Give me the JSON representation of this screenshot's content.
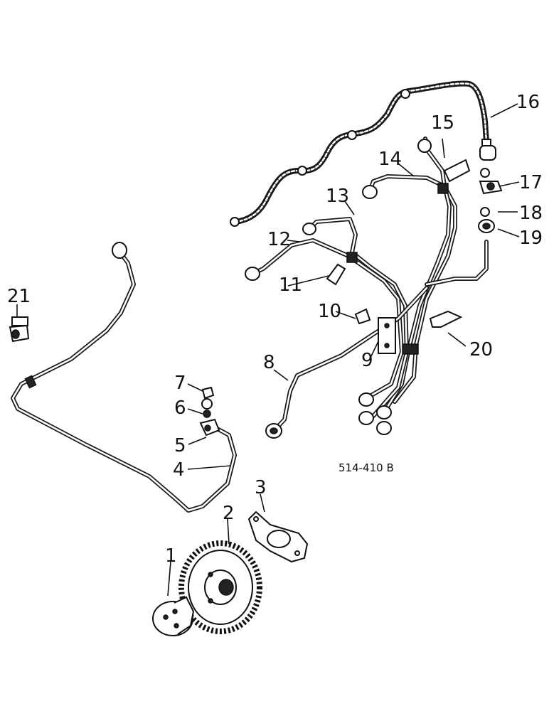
{
  "diagram": {
    "drawing_number": "514-410 B",
    "callouts": [
      {
        "id": "callout-1",
        "label": "1"
      },
      {
        "id": "callout-2",
        "label": "2"
      },
      {
        "id": "callout-3",
        "label": "3"
      },
      {
        "id": "callout-4",
        "label": "4"
      },
      {
        "id": "callout-5",
        "label": "5"
      },
      {
        "id": "callout-6",
        "label": "6"
      },
      {
        "id": "callout-7",
        "label": "7"
      },
      {
        "id": "callout-8",
        "label": "8"
      },
      {
        "id": "callout-9",
        "label": "9"
      },
      {
        "id": "callout-10",
        "label": "10"
      },
      {
        "id": "callout-11",
        "label": "11"
      },
      {
        "id": "callout-12",
        "label": "12"
      },
      {
        "id": "callout-13",
        "label": "13"
      },
      {
        "id": "callout-14",
        "label": "14"
      },
      {
        "id": "callout-15",
        "label": "15"
      },
      {
        "id": "callout-16",
        "label": "16"
      },
      {
        "id": "callout-17",
        "label": "17"
      },
      {
        "id": "callout-18",
        "label": "18"
      },
      {
        "id": "callout-19",
        "label": "19"
      },
      {
        "id": "callout-20",
        "label": "20"
      },
      {
        "id": "callout-21",
        "label": "21"
      }
    ]
  }
}
